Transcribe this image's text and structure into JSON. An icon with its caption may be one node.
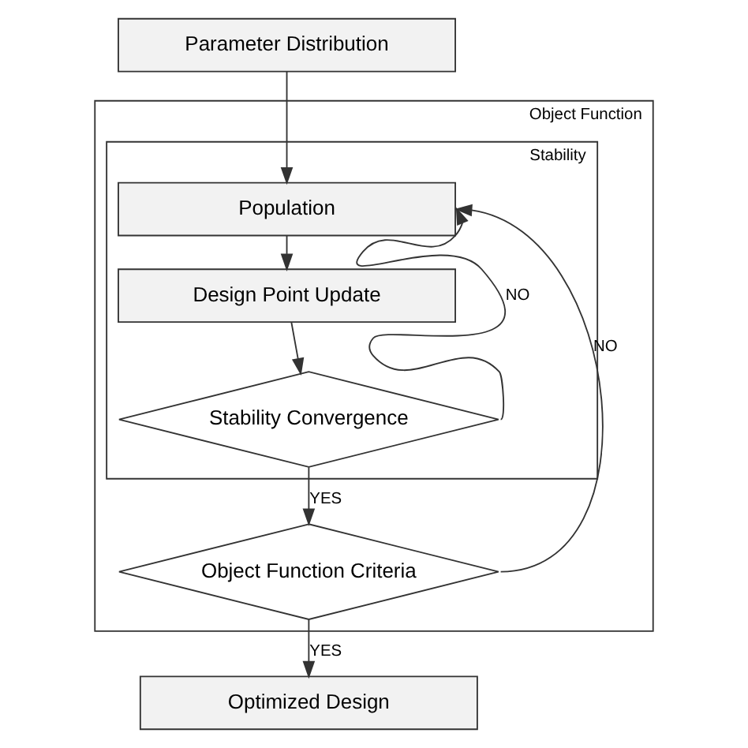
{
  "diagram": {
    "nodes": [
      {
        "text": [
          "Parameter Distribution"
        ]
      },
      {
        "text": [
          "Object Function"
        ]
      },
      {
        "text": [
          "Stability"
        ],
        "in": 1
      },
      {
        "text": [
          "Population"
        ],
        "in": 2
      },
      {
        "text": [
          "Design Point Update"
        ],
        "in": 2
      },
      {
        "text": [
          "Stability Convergence"
        ],
        "in": 2
      },
      {
        "text": [
          "Object Function Criteria"
        ],
        "in": 1
      },
      {
        "text": [
          "Optimized Design"
        ]
      }
    ],
    "edges": [
      {
        "from": 0,
        "to": 3,
        "arrow": "to"
      },
      {
        "from": 3,
        "to": 4,
        "arrow": "to"
      },
      {
        "from": 4,
        "to": 5,
        "arrow": "to"
      },
      {
        "from": 5,
        "to": 3,
        "arrow": "to",
        "label": "NO"
      },
      {
        "from": 5,
        "to": 6,
        "arrow": "to",
        "label": "YES"
      },
      {
        "from": 6,
        "to": 3,
        "arrow": "to",
        "label": "NO"
      },
      {
        "from": 6,
        "to": 7,
        "arrow": "to",
        "label": "YES"
      }
    ]
  }
}
